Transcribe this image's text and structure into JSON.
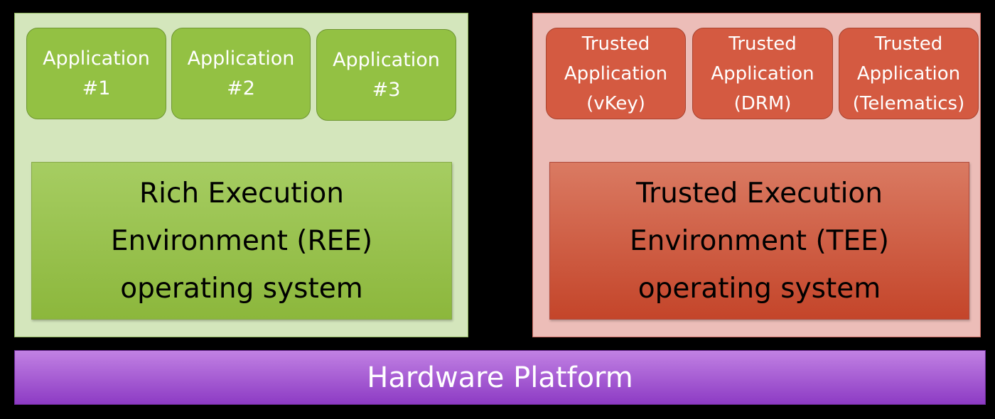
{
  "ree": {
    "apps": [
      {
        "label": "Application\n#1"
      },
      {
        "label": "Application\n#2"
      },
      {
        "label": "Application\n#3"
      }
    ],
    "os_label": "Rich Execution\nEnvironment (REE)\noperating system"
  },
  "tee": {
    "apps": [
      {
        "label": "Trusted\nApplication\n(vKey)"
      },
      {
        "label": "Trusted\nApplication\n(DRM)"
      },
      {
        "label": "Trusted\nApplication\n(Telematics)"
      }
    ],
    "os_label": "Trusted Execution\nEnvironment (TEE)\noperating system"
  },
  "hardware": {
    "label": "Hardware Platform"
  },
  "colors": {
    "background": "#000000",
    "ree_panel": "#d4e6bc",
    "ree_app": "#93c143",
    "ree_os": "#9bc452",
    "tee_panel": "#ecbdb8",
    "tee_app": "#d45a41",
    "tee_os": "#d0603f",
    "hardware": "#a55ad3"
  }
}
